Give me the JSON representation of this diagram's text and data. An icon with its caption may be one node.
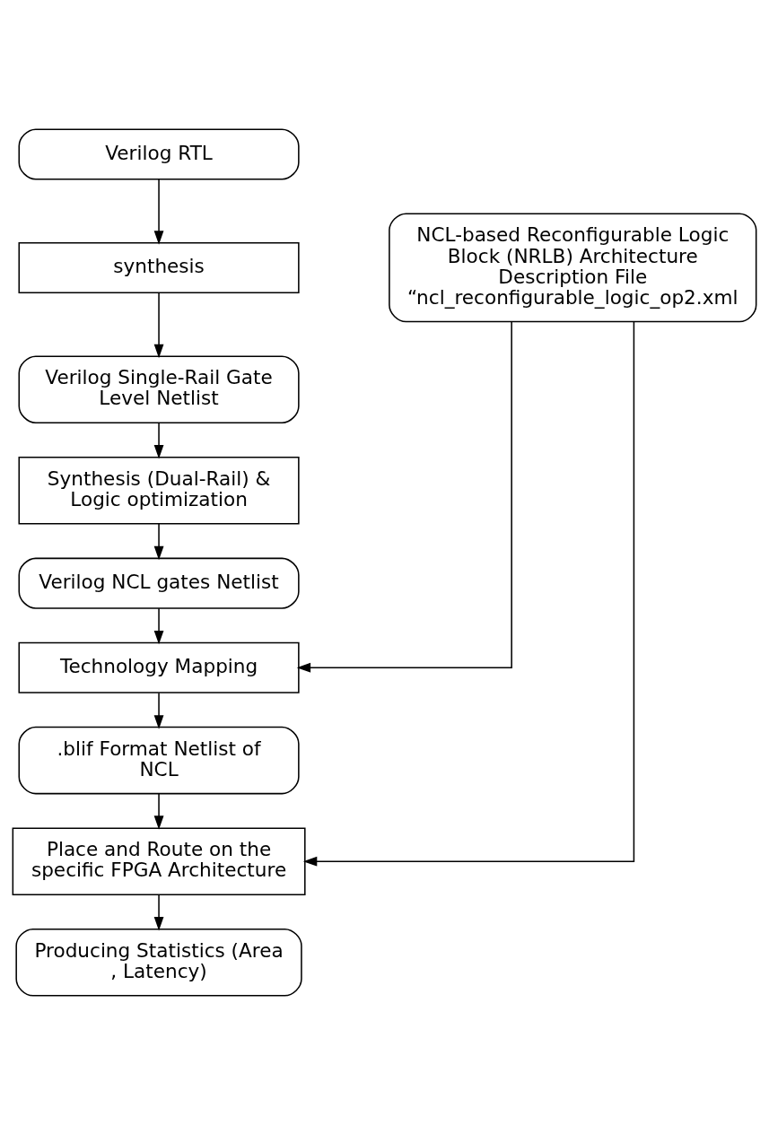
{
  "diagram": {
    "nodes": [
      {
        "text": [
          "Verilog RTL"
        ]
      },
      {
        "text": [
          "synthesis"
        ]
      },
      {
        "text": [
          "Verilog Single-Rail Gate Level Netlist"
        ]
      },
      {
        "text": [
          "Synthesis (Dual-Rail) & Logic optimization"
        ]
      },
      {
        "text": [
          "Verilog NCL gates Netlist"
        ]
      },
      {
        "text": [
          "Technology Mapping"
        ]
      },
      {
        "text": [
          ".blif Format Netlist of NCL"
        ]
      },
      {
        "text": [
          "Place and Route on the specific FPGA Architecture"
        ]
      },
      {
        "text": [
          "Producing Statistics (Area , Latency)"
        ]
      },
      {
        "text": [
          "NCL-based Reconfigurable Logic Block (NRLB) Architecture Description File",
          "“ncl_reconfigurable_logic_op2.xml"
        ]
      }
    ],
    "edges": [
      {
        "from": 0,
        "to": 1,
        "arrow": "to"
      },
      {
        "from": 1,
        "to": 2,
        "arrow": "to"
      },
      {
        "from": 2,
        "to": 3,
        "arrow": "to"
      },
      {
        "from": 3,
        "to": 4,
        "arrow": "to"
      },
      {
        "from": 4,
        "to": 5,
        "arrow": "to"
      },
      {
        "from": 5,
        "to": 6,
        "arrow": "to"
      },
      {
        "from": 6,
        "to": 7,
        "arrow": "to"
      },
      {
        "from": 7,
        "to": 8,
        "arrow": "to"
      },
      {
        "from": 9,
        "to": 5,
        "arrow": "to"
      },
      {
        "from": 9,
        "to": 7,
        "arrow": "to"
      }
    ]
  }
}
